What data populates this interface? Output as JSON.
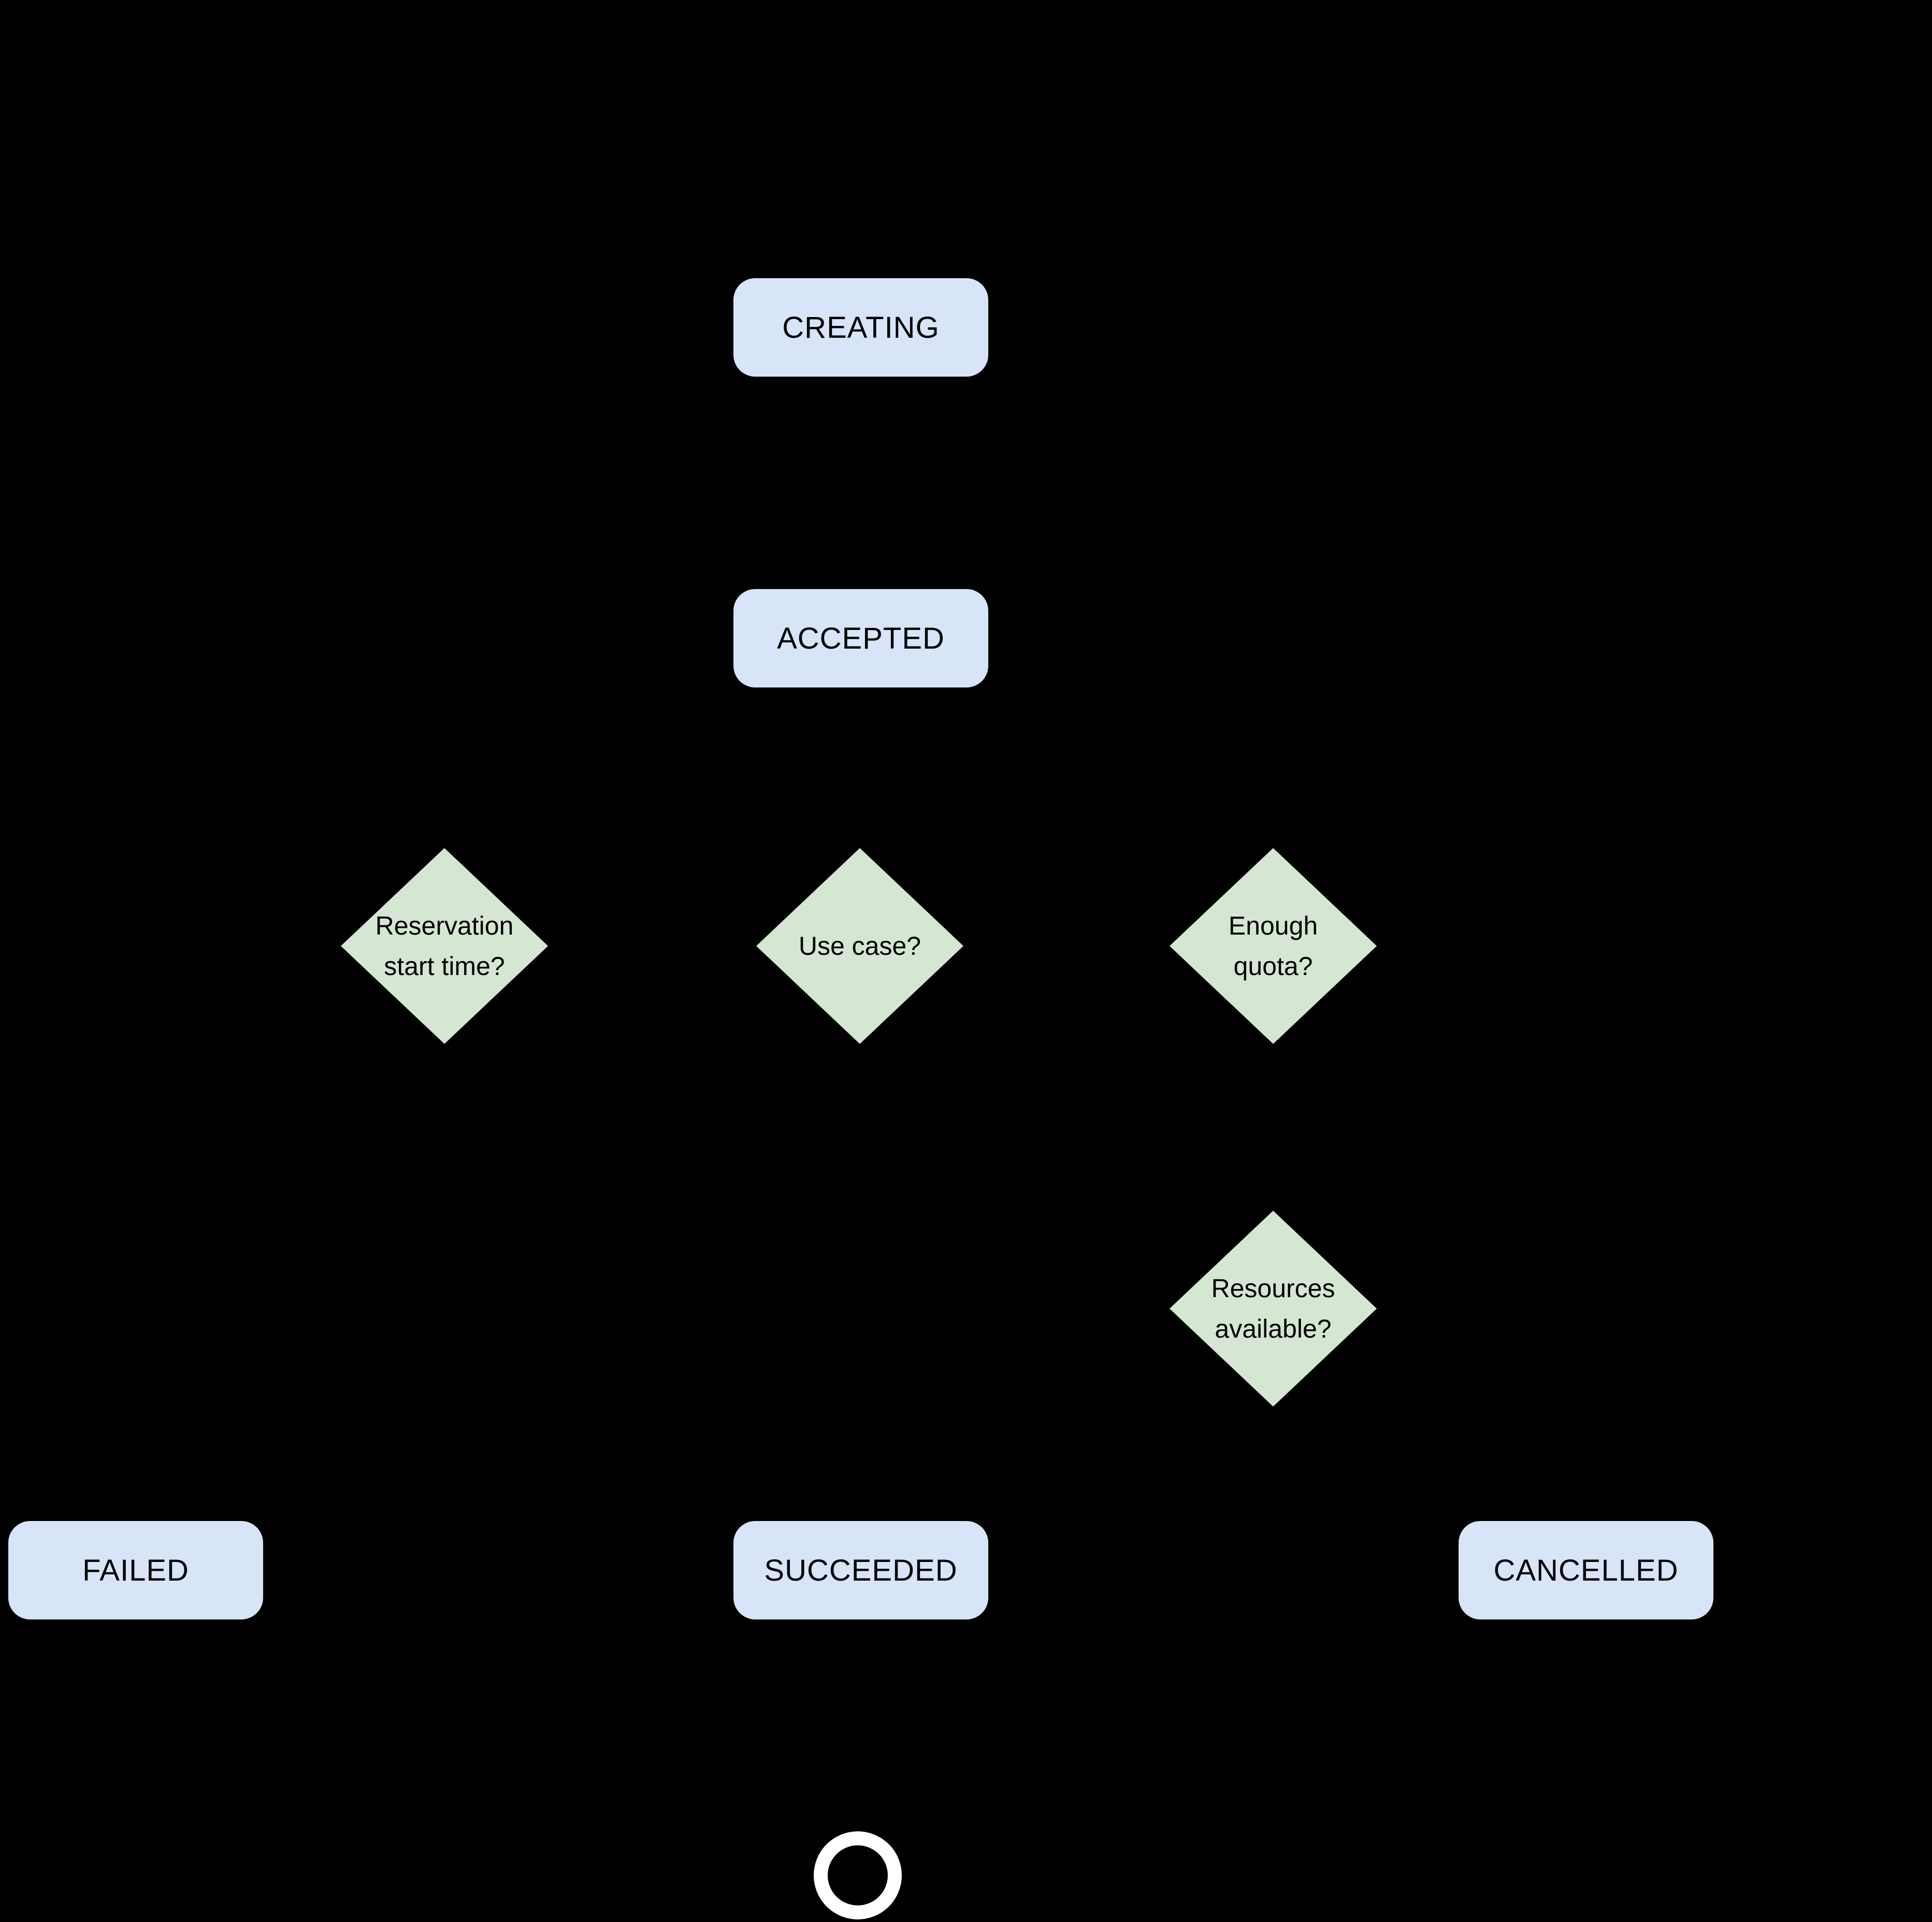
{
  "diagram": {
    "background_color": "#000000",
    "colors": {
      "background_color": "#000000",
      "state_fill": "#D8E4F8",
      "decision_fill": "#D5E6D2",
      "label_text": "#000000",
      "end_ring": "#FFFFFF"
    },
    "states": [
      {
        "id": "creating",
        "label": "CREATING"
      },
      {
        "id": "accepted",
        "label": "ACCEPTED"
      },
      {
        "id": "failed",
        "label": "FAILED"
      },
      {
        "id": "succeeded",
        "label": "SUCCEEDED"
      },
      {
        "id": "cancelled",
        "label": "CANCELLED"
      }
    ],
    "decisions": [
      {
        "id": "reservation-start-time",
        "lines": [
          "Reservation",
          "start time?"
        ]
      },
      {
        "id": "use-case",
        "lines": [
          "Use case?",
          ""
        ]
      },
      {
        "id": "enough-quota",
        "lines": [
          "Enough",
          "quota?"
        ]
      },
      {
        "id": "resources-available",
        "lines": [
          "Resources",
          "available?"
        ]
      }
    ],
    "end_node": {
      "shape": "circle-outline"
    }
  }
}
